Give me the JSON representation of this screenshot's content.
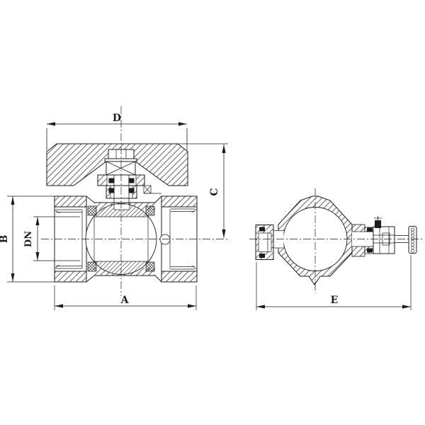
{
  "drawing": {
    "type": "engineering-section-drawing",
    "subject": "ball valve with butterfly handle, sectioned front view and side view",
    "colors": {
      "line": "#1c1c1c",
      "background": "#ffffff"
    },
    "dimension_labels": {
      "handle_width": "D",
      "center_to_handle_top": "C",
      "body_height": "B",
      "nominal_bore": "DN",
      "body_length": "A",
      "overall_side_length": "E"
    }
  }
}
